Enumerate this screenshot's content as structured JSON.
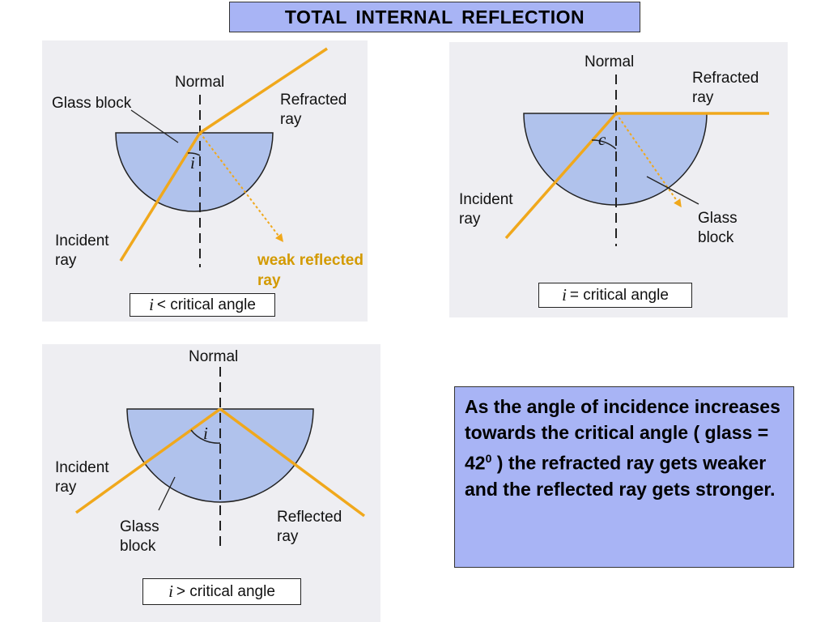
{
  "title": "TOTAL  INTERNAL  REFLECTION",
  "colors": {
    "title_bg": "#a8b4f5",
    "glass": "#b0c2ec",
    "ray": "#f0a81c",
    "weak_text": "#d39a00",
    "panel_bg": "#eeeef2"
  },
  "panel1": {
    "normal": "Normal",
    "glass_block": "Glass block",
    "refracted_ray": "Refracted\nray",
    "incident_ray": "Incident\nray",
    "angle": "i",
    "weak_reflected_ray": "weak reflected\nray",
    "caption_sym": "i",
    "caption_text": "< critical angle"
  },
  "panel2": {
    "normal": "Normal",
    "refracted_ray": "Refracted\nray",
    "angle": "c",
    "incident_ray": "Incident\nray",
    "glass_block": "Glass\nblock",
    "caption_sym": "i",
    "caption_text": "= critical angle"
  },
  "panel3": {
    "normal": "Normal",
    "angle": "i",
    "incident_ray": "Incident\nray",
    "glass_block": "Glass\nblock",
    "reflected_ray": "Reflected\nray",
    "caption_sym": "i",
    "caption_text": "> critical angle"
  },
  "explanation": {
    "part1": "As  the angle  of  incidence increases towards the critical angle  ( glass = 42",
    "superscript": "0",
    "part2": " )   the refracted  ray  gets weaker and  the  reflected  ray  gets stronger."
  }
}
